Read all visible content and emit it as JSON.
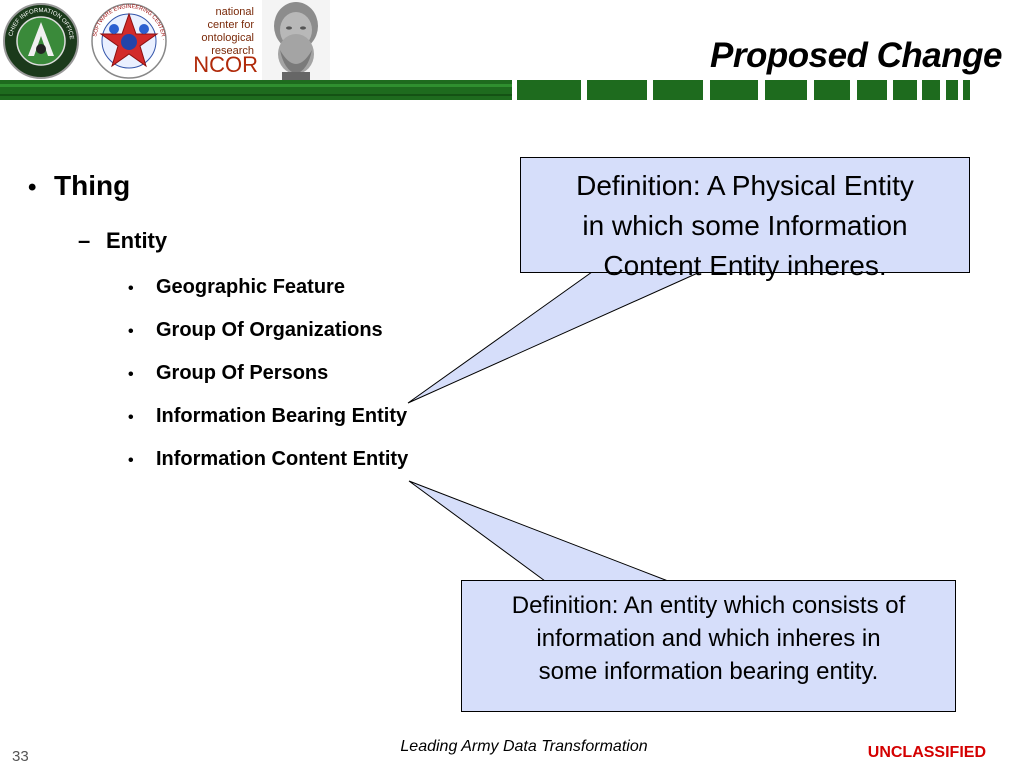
{
  "header": {
    "army_logo_text": "CHIEF INFORMATION OFFICER/G-6 · UNITED STATES ARMY",
    "sec_logo_text": "SOFTWARE ENGINEERING CENTER · CECOM",
    "ncor_lines": [
      "national",
      "center for",
      "ontological",
      "research"
    ],
    "ncor_label": "NCOR",
    "title": "Proposed Change"
  },
  "outline": {
    "level1": {
      "bullet": "•",
      "label": "Thing"
    },
    "level2": {
      "bullet": "–",
      "label": "Entity"
    },
    "level3": [
      {
        "bullet": "•",
        "label": "Geographic Feature"
      },
      {
        "bullet": "•",
        "label": "Group Of Organizations"
      },
      {
        "bullet": "•",
        "label": "Group Of Persons"
      },
      {
        "bullet": "•",
        "label": "Information Bearing Entity"
      },
      {
        "bullet": "•",
        "label": "Information Content Entity"
      }
    ]
  },
  "callouts": {
    "physical": {
      "lines": [
        "Definition: A Physical Entity",
        "in which some Information",
        "Content Entity inheres."
      ]
    },
    "content": {
      "lines": [
        "Definition: An entity which consists of",
        "information and which inheres in",
        "some information bearing entity."
      ]
    }
  },
  "footer": {
    "center": "Leading Army Data Transformation",
    "page_number": "33",
    "classification": "UNCLASSIFIED"
  },
  "colors": {
    "band_green_dark": "#1e6b1e",
    "band_green": "#2f8f2f",
    "callout_fill": "#d6defa",
    "classification": "#d40000",
    "ncor": "#b02a0a"
  }
}
